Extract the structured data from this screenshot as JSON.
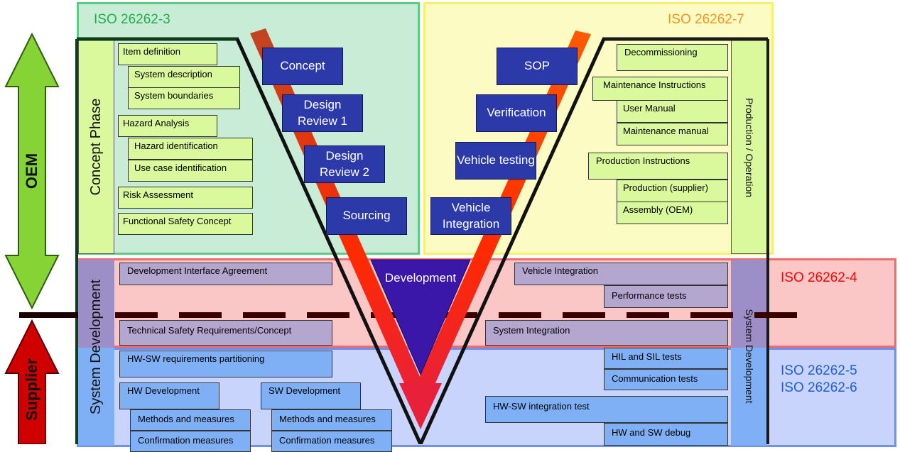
{
  "iso_labels": {
    "iso3": "ISO 26262-3",
    "iso7": "ISO 26262-7",
    "iso4": "ISO 26262-4",
    "iso5": "ISO 26262-5",
    "iso6": "ISO 26262-6"
  },
  "side": {
    "oem": "OEM",
    "supplier": "Supplier"
  },
  "phases": {
    "concept": "Concept Phase",
    "system_dev_left": "System Development",
    "production": "Production / Operation",
    "system_dev_right": "System Development"
  },
  "concept_items": [
    "Item definition",
    "System description",
    "System boundaries",
    "Hazard Analysis",
    "Hazard identification",
    "Use case identification",
    "Risk Assessment",
    "Functional Safety Concept"
  ],
  "milestones_left": [
    "Concept",
    "Design Review 1",
    "Design Review 2",
    "Sourcing"
  ],
  "milestones_right": [
    "SOP",
    "Verification",
    "Vehicle testing",
    "Vehicle Integration"
  ],
  "production_items": [
    "Decommissioning",
    "Maintenance Instructions",
    "User Manual",
    "Maintenance manual",
    "Production Instructions",
    "Production (supplier)",
    "Assembly (OEM)"
  ],
  "development_label": "Development",
  "system_items": {
    "dia": "Development Interface Agreement",
    "tsr": "Technical Safety Requirements/Concept",
    "vehicle_integration": "Vehicle Integration",
    "performance_tests": "Performance tests",
    "system_integration": "System Integration"
  },
  "hwsw_items": {
    "partitioning": "HW-SW requirements partitioning",
    "hw_dev": "HW Development",
    "sw_dev": "SW Development",
    "hw_methods": "Methods and measures",
    "hw_confirm": "Confirmation measures",
    "sw_methods": "Methods and measures",
    "sw_confirm": "Confirmation measures",
    "hil_sil": "HIL and SIL tests",
    "comm_tests": "Communication tests",
    "integration_test": "HW-SW integration test",
    "debug": "HW and SW debug"
  },
  "colors": {
    "iso3": "#1fae4b",
    "iso7": "#f7941d",
    "iso4": "#ff0000",
    "iso56": "#1f5fd6"
  }
}
